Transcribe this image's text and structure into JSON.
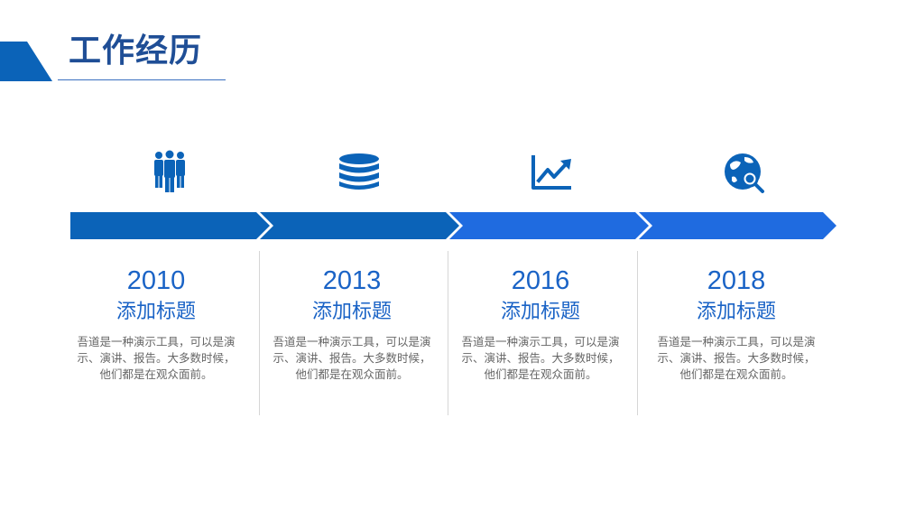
{
  "page": {
    "title": "工作经历"
  },
  "colors": {
    "title": "#1f4e96",
    "accent": "#1a63c6",
    "segment_1": "#0b63b8",
    "segment_2": "#0b63b8",
    "segment_3": "#1f6be0",
    "segment_4": "#1f6be0",
    "text_muted": "#666666",
    "divider": "#d6d6d6"
  },
  "milestones": [
    {
      "icon": "team-people-icon",
      "year": "2010",
      "heading": "添加标题",
      "description": "吾道是一种演示工具，可以是演示、演讲、报告。大多数时候，他们都是在观众面前。"
    },
    {
      "icon": "coin-stack-icon",
      "year": "2013",
      "heading": "添加标题",
      "description": "吾道是一种演示工具，可以是演示、演讲、报告。大多数时候，他们都是在观众面前。"
    },
    {
      "icon": "trend-chart-icon",
      "year": "2016",
      "heading": "添加标题",
      "description": "吾道是一种演示工具，可以是演示、演讲、报告。大多数时候，他们都是在观众面前。"
    },
    {
      "icon": "globe-search-icon",
      "year": "2018",
      "heading": "添加标题",
      "description": "吾道是一种演示工具，可以是演示、演讲、报告。大多数时候，他们都是在观众面前。"
    }
  ]
}
